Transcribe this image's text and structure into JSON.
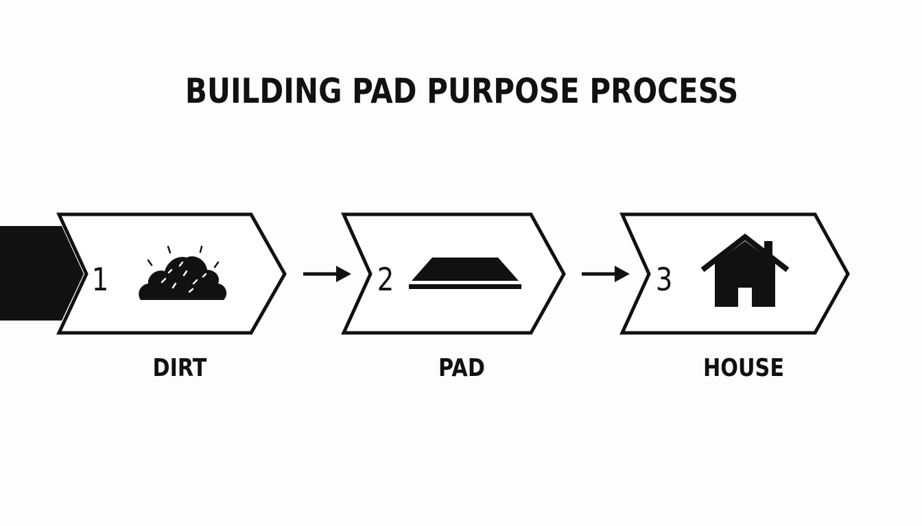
{
  "title": "BUILDING PAD PURPOSE PROCESS",
  "colors": {
    "ink": "#111111",
    "background": "#fdfdfd",
    "chevron_fill": "#ffffff"
  },
  "steps": [
    {
      "number": "1",
      "label": "DIRT",
      "icon": "dirt-pile-icon"
    },
    {
      "number": "2",
      "label": "PAD",
      "icon": "building-pad-icon"
    },
    {
      "number": "3",
      "label": "HOUSE",
      "icon": "house-icon"
    }
  ],
  "connectors": [
    "right-arrow-icon",
    "right-arrow-icon"
  ]
}
